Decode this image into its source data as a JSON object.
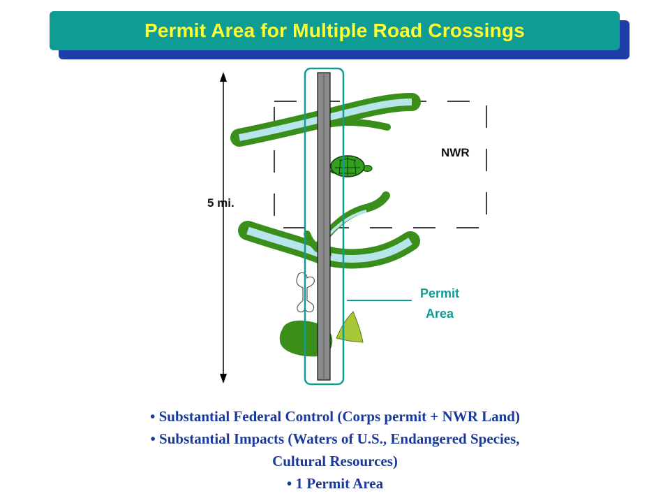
{
  "title": "Permit Area for Multiple Road Crossings",
  "labels": {
    "distance": "5 mi.",
    "refuge": "NWR",
    "permit_area_line1": "Permit",
    "permit_area_line2": "Area"
  },
  "bullets": [
    {
      "bullet": "•",
      "text": "Substantial Federal Control (Corps permit + NWR Land)"
    },
    {
      "bullet": "•",
      "text": "Substantial Impacts (Waters of U.S., Endangered Species,"
    },
    {
      "bullet": "",
      "text": "Cultural Resources)"
    },
    {
      "bullet": "•",
      "text": "1 Permit Area"
    }
  ],
  "colors": {
    "title_bar": "#0f9c94",
    "title_shadow": "#1f3fa8",
    "title_text": "#ffff33",
    "river_bank": "#3a8f1a",
    "river_water": "#b8e4ec",
    "permit_outline": "#0f9c94",
    "bullet_text": "#1a3a9a"
  },
  "icons": [
    "turtle-icon",
    "bone-icon",
    "wetland-icon",
    "leaf-icon"
  ]
}
